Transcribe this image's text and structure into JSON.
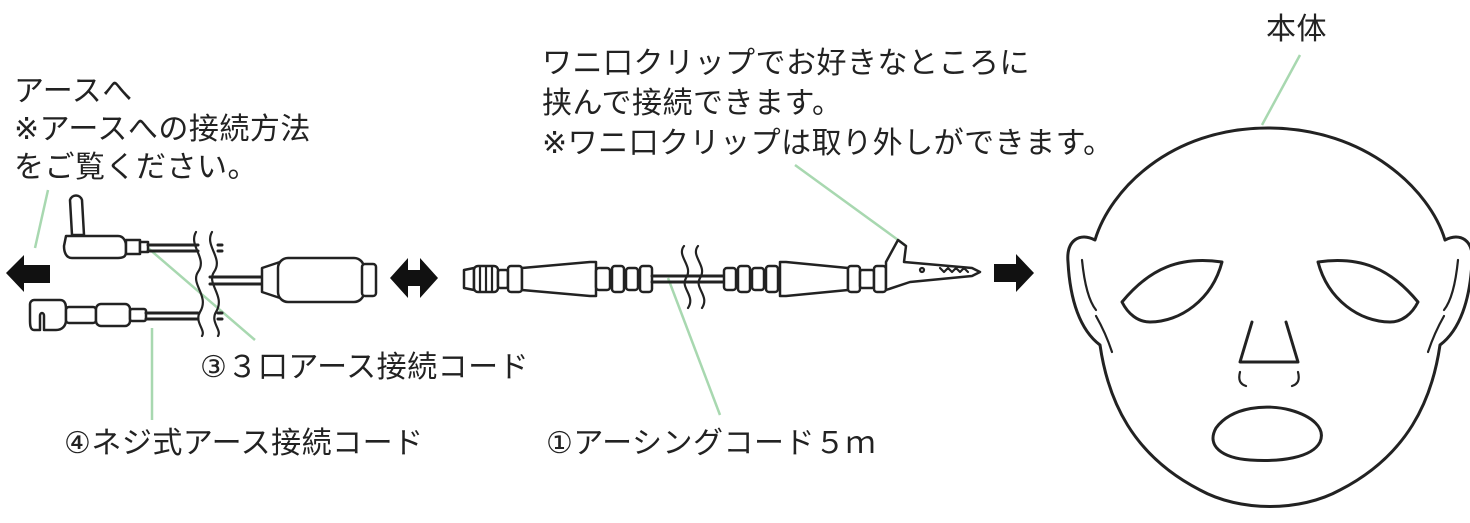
{
  "labels": {
    "body": "本体",
    "clip_note": [
      "ワニ口クリップでお好きなところに",
      "挟んで接続できます。",
      "※ワニ口クリップは取り外しができます。"
    ],
    "earth_note": [
      "アースへ",
      "※アースへの接続方法",
      "をご覧ください。"
    ],
    "cord_3": "③３口アース接続コード",
    "cord_4": "④ネジ式アース接続コード",
    "cord_1": "①アーシングコード５ｍ"
  },
  "colors": {
    "leader": "#a8d8b0",
    "outline": "#222222",
    "arrow": "#111111"
  },
  "icons": {
    "left_arrow": "arrow-left-icon",
    "double_arrow": "double-arrow-icon",
    "right_arrow": "arrow-right-icon"
  }
}
